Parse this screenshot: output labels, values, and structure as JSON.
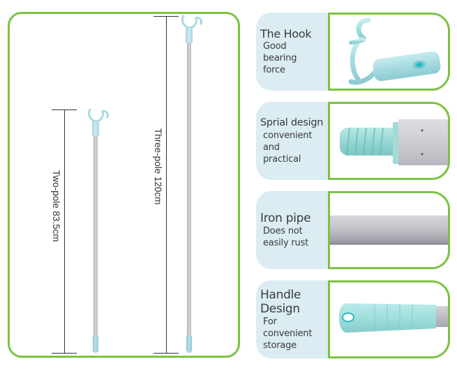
{
  "colors": {
    "accent_green": "#7cc242",
    "label_bg": "#dbedf2",
    "pole_grey": "#c4c4cc",
    "plastic_teal": "#a6dbe0",
    "text": "#333333"
  },
  "left_panel": {
    "poles": [
      {
        "label": "Two-pole 83.5cm",
        "icon": "two-pole-icon"
      },
      {
        "label": "Three-pole 120cm",
        "icon": "three-pole-icon"
      }
    ]
  },
  "features": [
    {
      "title": "The Hook",
      "description": [
        "Good",
        "bearing",
        "force"
      ],
      "icon": "hook-icon"
    },
    {
      "title": "Sprial design",
      "description": [
        "convenient",
        "and",
        "practical"
      ],
      "icon": "spiral-joint-icon"
    },
    {
      "title": "Iron pipe",
      "description": [
        "Does not",
        "easily rust"
      ],
      "icon": "iron-pipe-icon"
    },
    {
      "title_lines": [
        "Handle",
        "Design"
      ],
      "description": [
        "For",
        "convenient",
        "storage"
      ],
      "icon": "handle-icon"
    }
  ]
}
